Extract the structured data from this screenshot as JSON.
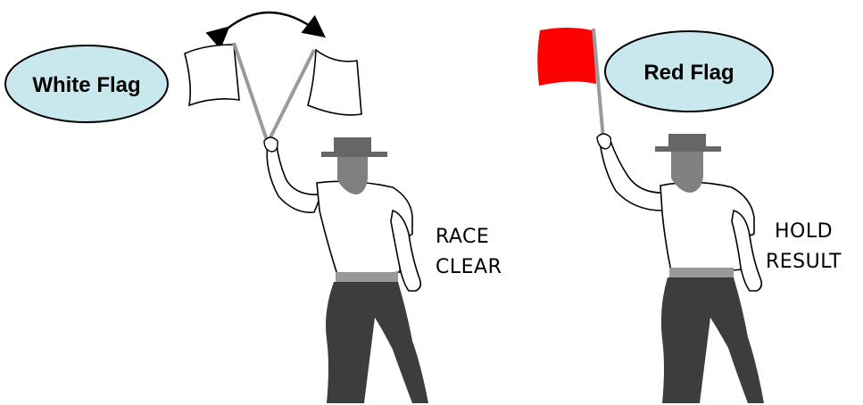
{
  "panels": {
    "left": {
      "flag_name": "White Flag",
      "caption_line1": "RACE",
      "caption_line2": "CLEAR",
      "bubble_color": "#c9e8ee",
      "flag_color": "#ffffff"
    },
    "right": {
      "flag_name": "Red Flag",
      "caption_line1": "HOLD",
      "caption_line2": "RESULT",
      "bubble_color": "#c9e8ee",
      "flag_color": "#ff0000"
    }
  },
  "figure_colors": {
    "hat": "#666666",
    "head": "#808080",
    "belt": "#999999",
    "trousers": "#3d3d3d",
    "pole": "#9a9a9a"
  }
}
